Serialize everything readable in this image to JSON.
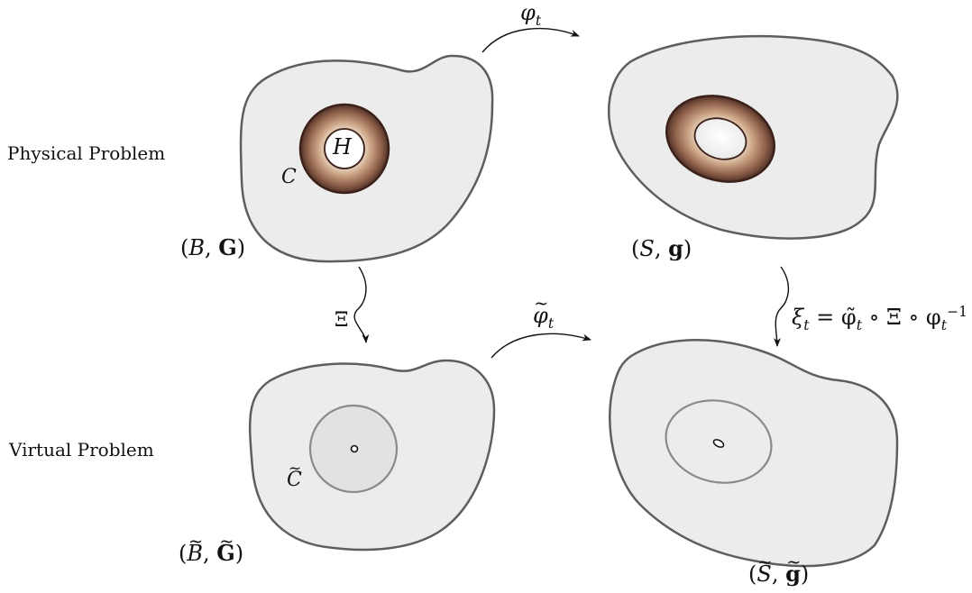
{
  "labels": {
    "physical_problem": "Physical Problem",
    "virtual_problem": "Virtual Problem"
  },
  "symbols": {
    "hole_H": "H",
    "core_C": "C",
    "virtual_C": "C",
    "B": "B",
    "G": "G",
    "S": "S",
    "g": "g",
    "phi": "φ",
    "t": "t",
    "Xi": "Ξ",
    "xi": "ξ",
    "xi_rhs": "= φ̃",
    "xi_rhs_mid": "∘ Ξ ∘ φ",
    "xi_rhs_sup": "−1",
    "open": "(",
    "comma": ", ",
    "close": ")"
  }
}
